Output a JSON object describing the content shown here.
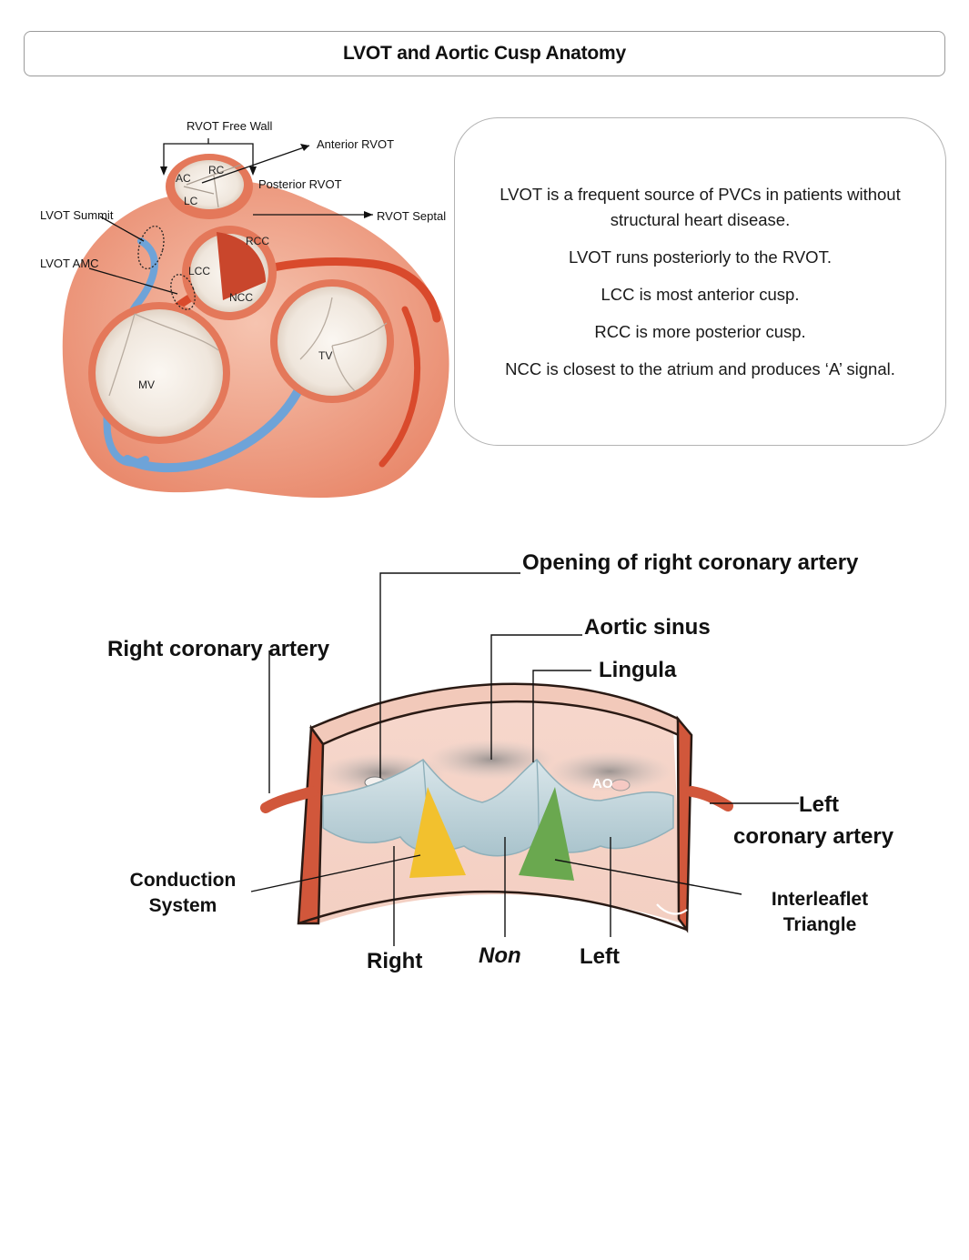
{
  "header": {
    "title": "LVOT and Aortic Cusp Anatomy"
  },
  "figure_top": {
    "labels": {
      "rvot_free_wall": "RVOT Free Wall",
      "anterior_rvot": "Anterior RVOT",
      "posterior_rvot": "Posterior RVOT",
      "rvot_septal": "RVOT Septal",
      "lvot_summit": "LVOT Summit",
      "lvot_amc": "LVOT AMC",
      "ac": "AC",
      "rc": "RC",
      "lc": "LC",
      "rcc": "RCC",
      "lcc": "LCC",
      "ncc": "NCC",
      "mv": "MV",
      "tv": "TV"
    }
  },
  "notes": [
    "LVOT is a frequent source of PVCs in patients without structural heart disease.",
    "LVOT runs posteriorly to the RVOT.",
    "LCC is most anterior cusp.",
    "RCC is more posterior cusp.",
    "NCC is closest to the atrium and produces ‘A’ signal."
  ],
  "figure_bottom": {
    "labels": {
      "opening_rca": "Opening of  right coronary artery",
      "aortic_sinus": "Aortic sinus",
      "lingula": "Lingula",
      "right_coronary_artery": "Right coronary artery",
      "left_line1": "Left",
      "left_line2": "coronary artery",
      "conduction_line1": "Conduction",
      "conduction_line2": "System",
      "interleaflet_line1": "Interleaflet",
      "interleaflet_line2": "Triangle",
      "ao": "AO",
      "cusp_right": "Right",
      "cusp_non": "Non",
      "cusp_left": "Left"
    },
    "colors": {
      "conduction_triangle": "#f2c12e",
      "interleaflet_triangle": "#6aa84f"
    }
  }
}
